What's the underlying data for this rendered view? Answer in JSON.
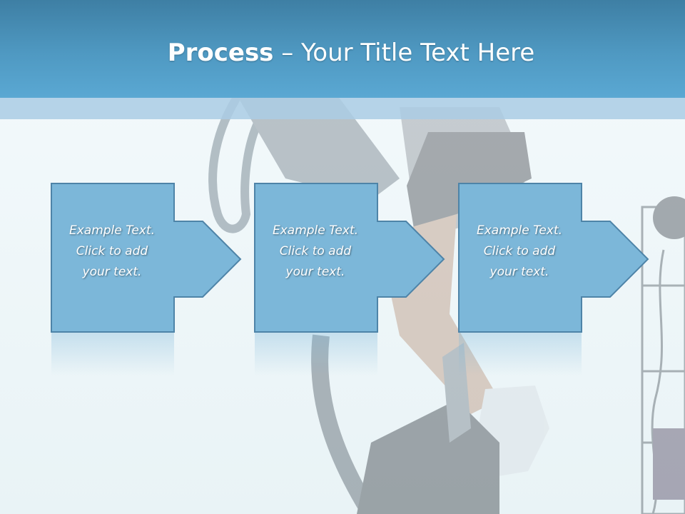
{
  "slide": {
    "title_bold": "Process",
    "title_rest": " – Your Title Text Here"
  },
  "steps": [
    {
      "line1": "Example Text.",
      "line2": "Click  to add",
      "line3": "your text."
    },
    {
      "line1": "Example Text.",
      "line2": "Click  to add",
      "line3": "your text."
    },
    {
      "line1": "Example Text.",
      "line2": "Click  to add",
      "line3": "your text."
    }
  ],
  "colors": {
    "title_bar": "#4f99c2",
    "arrow_fill": "#7cb7d9",
    "arrow_border": "#4e84a8",
    "title_text": "#ffffff"
  },
  "background": {
    "image": "photo-exercise-bike-icon"
  }
}
